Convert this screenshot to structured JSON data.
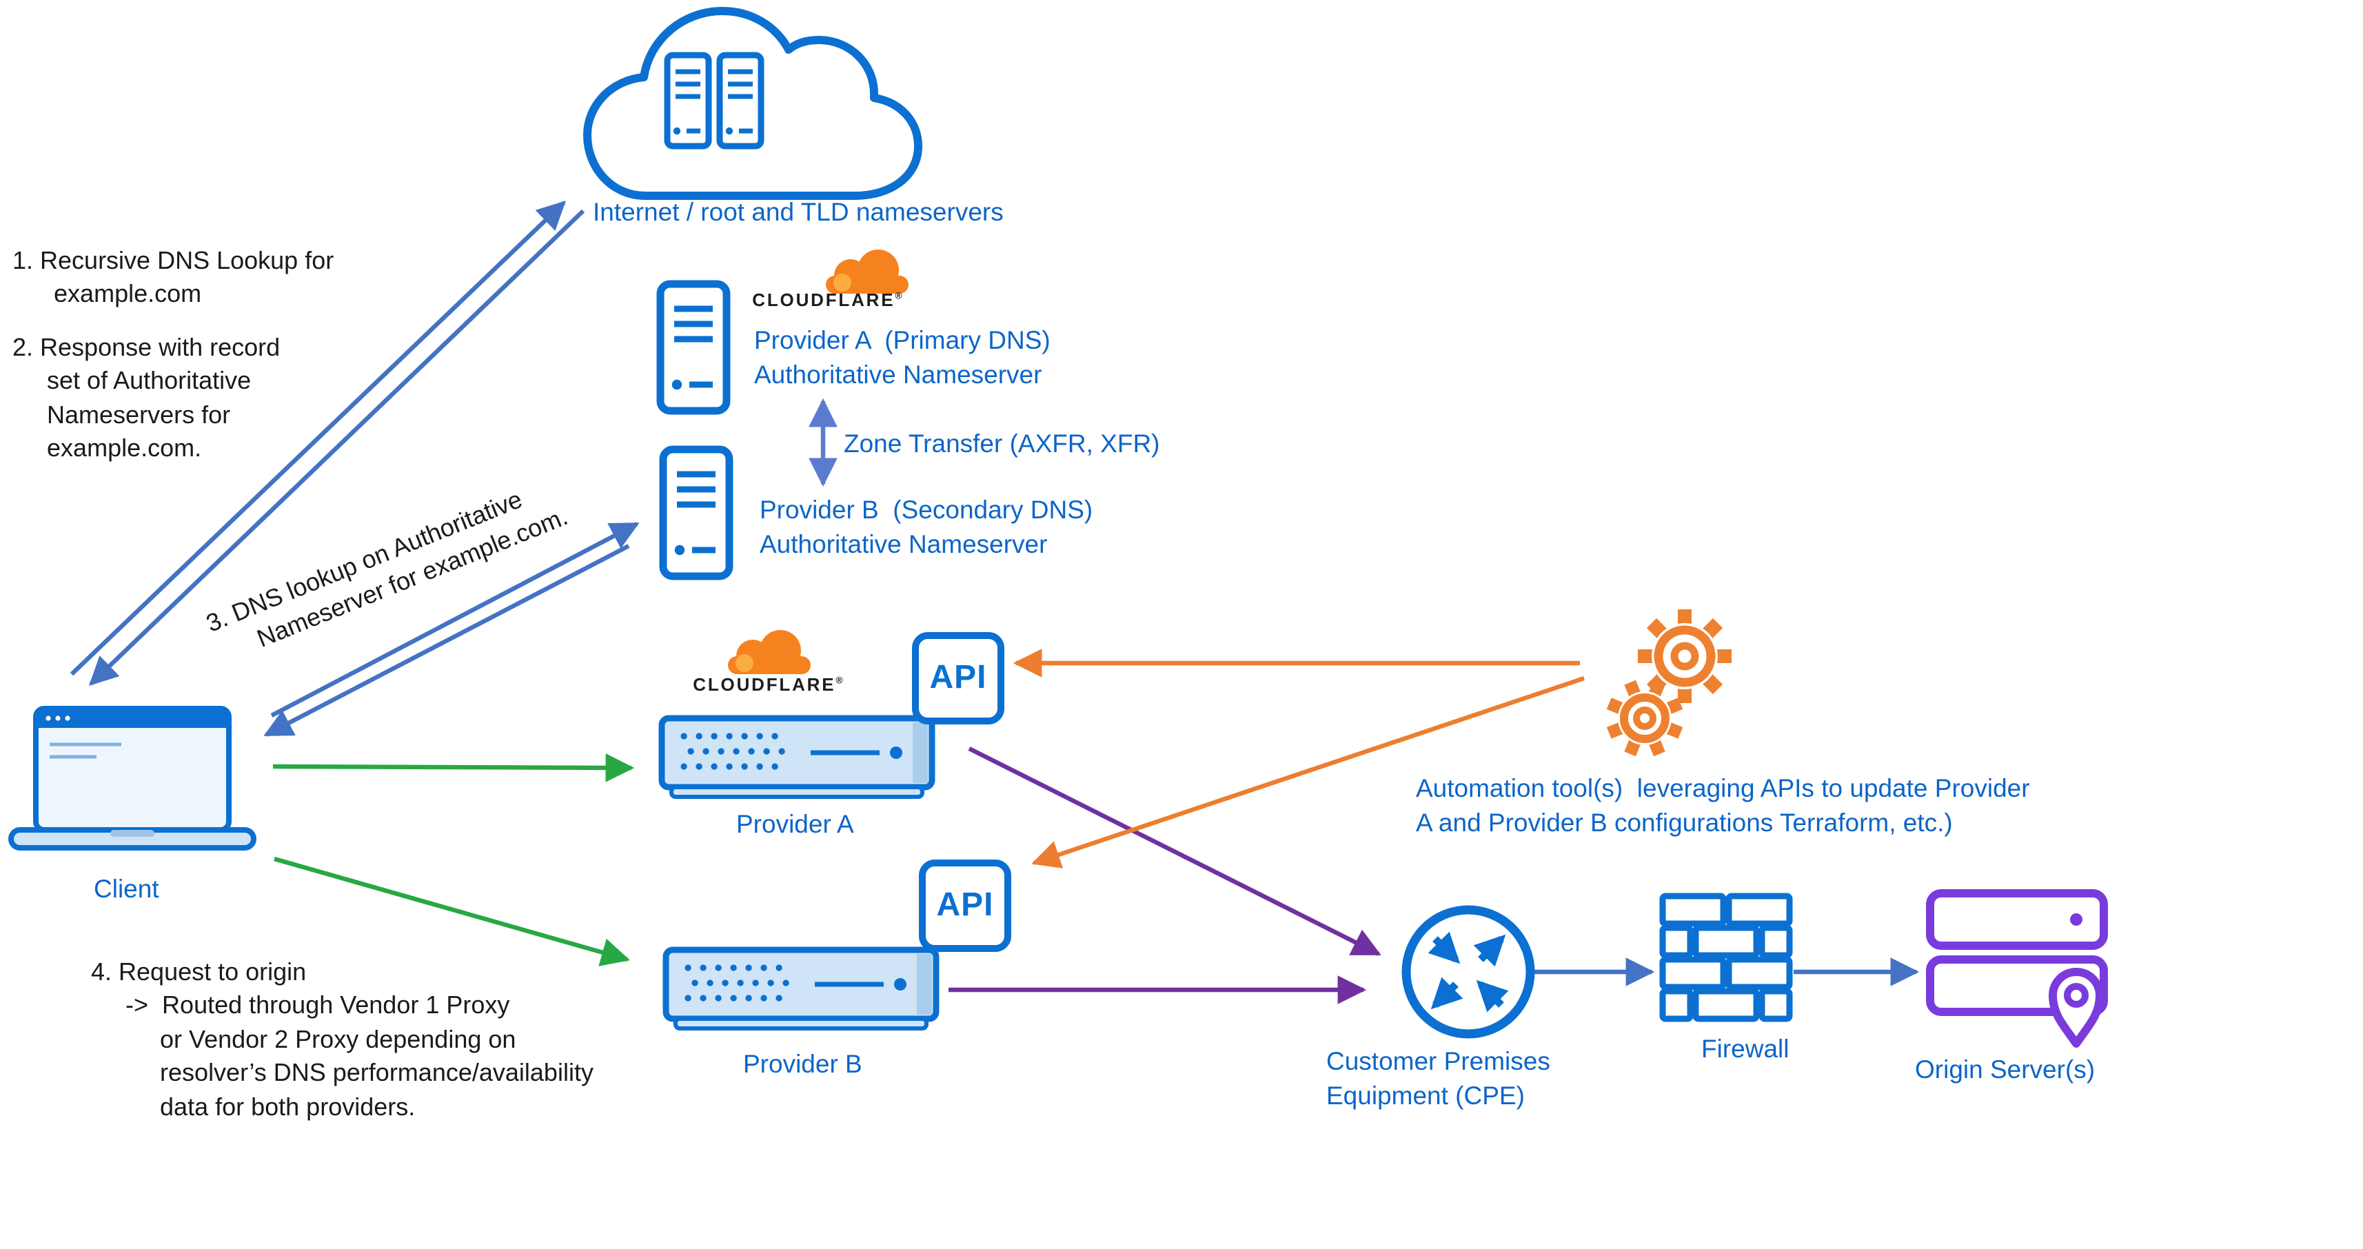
{
  "colors": {
    "icon_blue": "#0b70d1",
    "label_blue": "#0c65c8",
    "arrow_blue": "#4472c4",
    "zone_arrow_blue": "#5b7bd0",
    "arrow_green": "#27a844",
    "arrow_purple": "#7030a0",
    "arrow_orange": "#ee7d2f",
    "cloudflare_orange": "#f6821f",
    "cloudflare_orange_light": "#fbad41",
    "origin_purple": "#7a3bdc",
    "text_black": "#1a1a1a"
  },
  "nodes": {
    "internet": {
      "label": "Internet / root and TLD nameservers"
    },
    "cloudflare_brand": {
      "name": "CLOUDFLARE",
      "mark": "®"
    },
    "provider_a_ns": {
      "label": "Provider A  (Primary DNS)\nAuthoritative Nameserver"
    },
    "provider_b_ns": {
      "label": "Provider B  (Secondary DNS)\nAuthoritative Nameserver"
    },
    "client": {
      "label": "Client"
    },
    "provider_a_proxy": {
      "label": "Provider A",
      "api_label": "API"
    },
    "provider_b_proxy": {
      "label": "Provider B",
      "api_label": "API"
    },
    "automation": {
      "label": "Automation tool(s)  leveraging APIs to update Provider\nA and Provider B configurations Terraform, etc.)"
    },
    "cpe": {
      "label": "Customer Premises\nEquipment (CPE)"
    },
    "firewall": {
      "label": "Firewall"
    },
    "origin": {
      "label": "Origin Server(s)"
    }
  },
  "annotations": {
    "step1": "1. Recursive DNS Lookup for\n      example.com",
    "step2": "2. Response with record\n     set of Authoritative\n     Nameservers for\n     example.com.",
    "step3": "3. DNS lookup on Authoritative\n      Nameserver for example.com.",
    "zone_transfer": "Zone Transfer (AXFR, XFR)",
    "step4": "4. Request to origin\n     ->  Routed through Vendor 1 Proxy\n          or Vendor 2 Proxy depending on\n          resolver’s DNS performance/availability\n          data for both providers."
  }
}
